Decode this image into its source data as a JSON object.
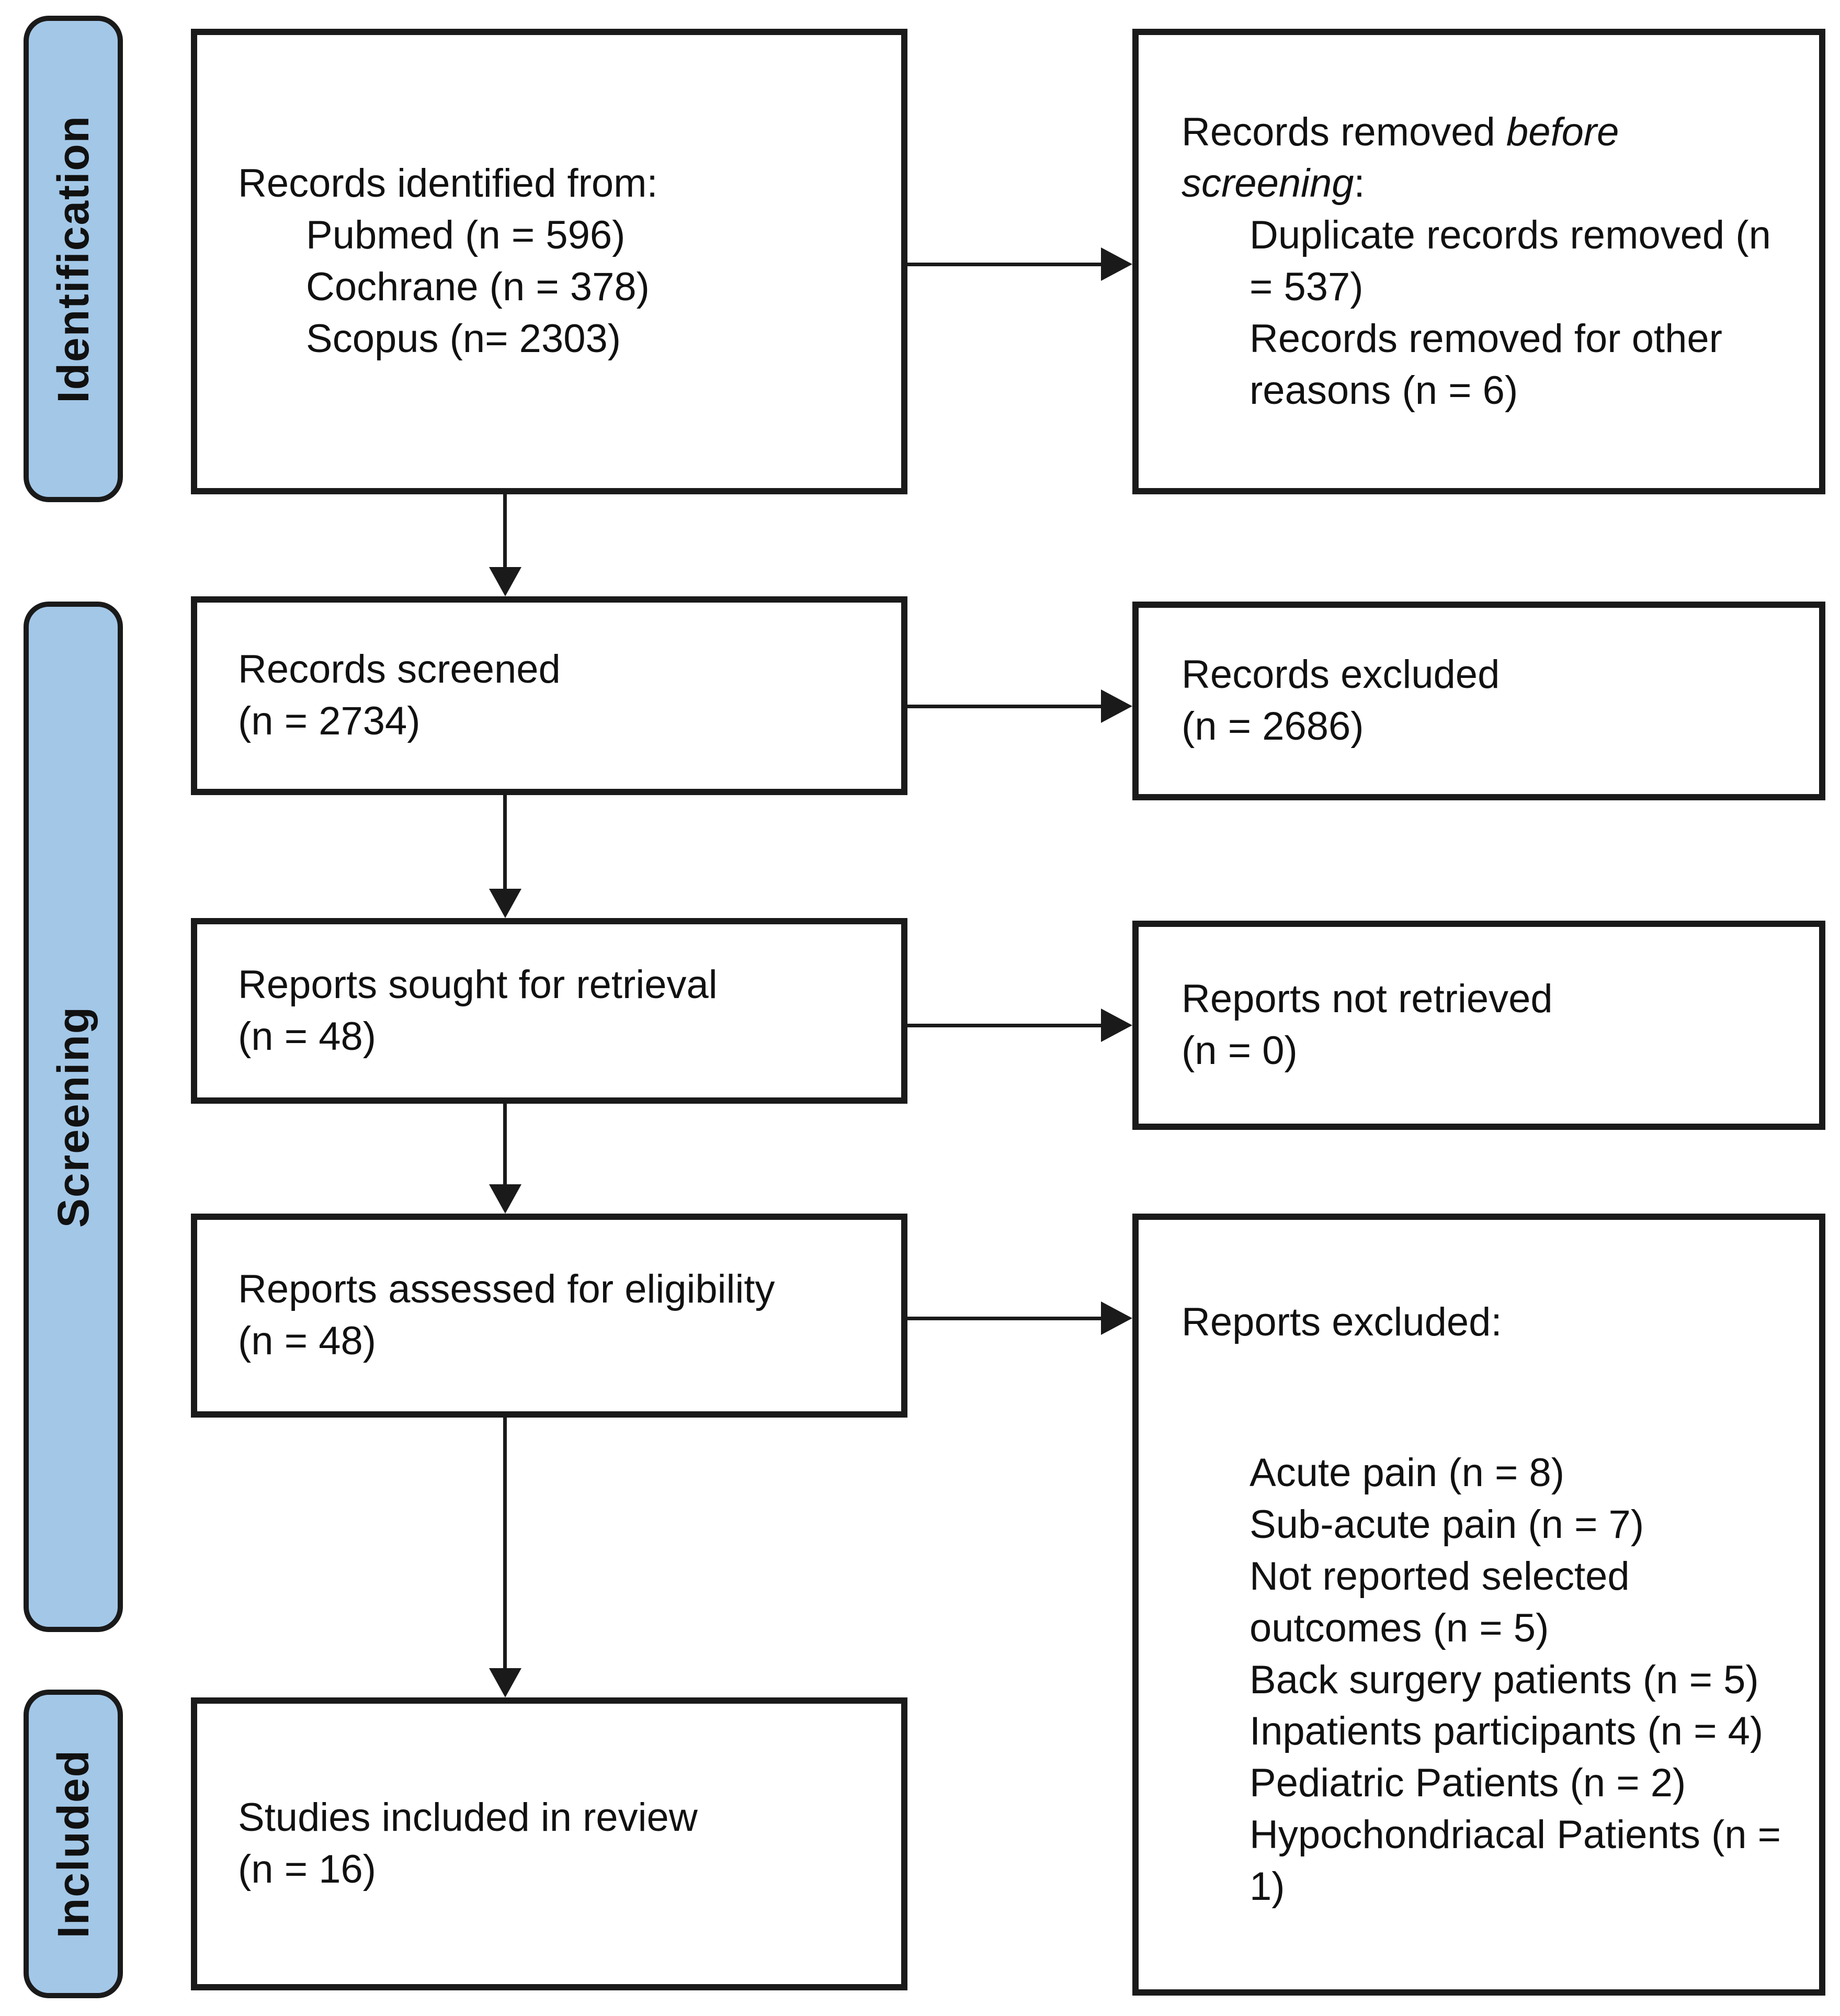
{
  "diagram": {
    "type": "prisma-flow",
    "colors": {
      "stage_fill": "#A3C7E7",
      "line": "#1a1a1a",
      "box_fill": "#ffffff",
      "text": "#111111"
    }
  },
  "sidebar": {
    "labels": [
      {
        "id": "identification",
        "label": "Identification"
      },
      {
        "id": "screening",
        "label": "Screening"
      },
      {
        "id": "included",
        "label": "Included"
      }
    ]
  },
  "boxes": {
    "identified": {
      "intro": "Records identified from:",
      "items": [
        "Pubmed (n = 596)",
        "Cochrane (n = 378)",
        "Scopus (n= 2303)"
      ]
    },
    "removed": {
      "intro_prefix": "Records removed ",
      "intro_italic": "before screening",
      "intro_suffix": ":",
      "items": [
        "Duplicate records removed (n = 537)",
        "Records removed for other reasons (n = 6)"
      ]
    },
    "screened": {
      "line1": "Records screened",
      "line2": "(n = 2734)"
    },
    "excluded": {
      "line1": "Records excluded",
      "line2": "(n = 2686)"
    },
    "sought": {
      "line1": "Reports sought for retrieval",
      "line2": "(n = 48)"
    },
    "not_retrieved": {
      "line1": "Reports not retrieved",
      "line2": "(n = 0)"
    },
    "assessed": {
      "line1": "Reports assessed for eligibility",
      "line2": "(n = 48)"
    },
    "reports_excluded": {
      "title": "Reports excluded:",
      "items": [
        "Acute pain (n = 8)",
        "Sub-acute pain (n = 7)",
        "Not reported selected outcomes (n = 5)",
        "Back surgery patients (n = 5)",
        "Inpatients participants (n = 4)",
        "Pediatric Patients (n = 2)",
        "Hypochondriacal Patients (n = 1)"
      ]
    },
    "included_studies": {
      "line1": "Studies included in review",
      "line2": "(n = 16)"
    }
  }
}
